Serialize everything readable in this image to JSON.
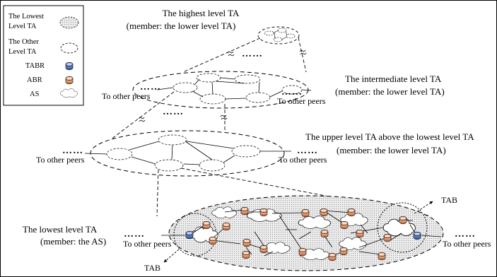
{
  "legend": {
    "lowest_level_ta_line1": "The  Lowest",
    "lowest_level_ta_line2": "Level TA",
    "other_level_ta_line1": "The Other",
    "other_level_ta_line2": "Level TA",
    "tabr": "TABR",
    "abr": "ABR",
    "as": "AS"
  },
  "levels": {
    "highest": {
      "line1": "The highest level TA",
      "line2": "(member: the lower level TA)"
    },
    "intermediate": {
      "line1": "The intermediate level TA",
      "line2": "(member: the lower level TA)"
    },
    "upper": {
      "line1": "The upper level TA above the lowest level TA",
      "line2": "(member: the lower level TA)"
    },
    "lowest": {
      "line1": "The lowest level TA",
      "line2": "(member: the AS)"
    }
  },
  "labels": {
    "to_other_peers": "To other peers",
    "tab": "TAB",
    "ellipsis": "……"
  },
  "colors": {
    "tabr_fill": "#5b7fc6",
    "abr_fill": "#e8a079",
    "lowest_ta_fill": "#d9d9d9"
  }
}
